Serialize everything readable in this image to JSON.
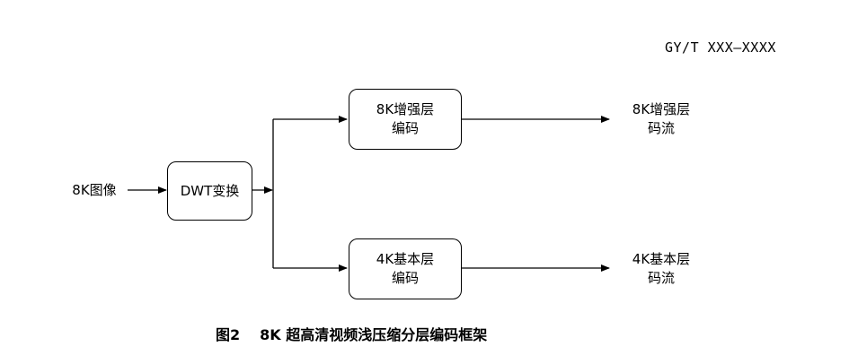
{
  "header": {
    "standard_code": "GY/T XXX—XXXX"
  },
  "diagram": {
    "input_label": "8K图像",
    "dwt_box": "DWT变换",
    "enhancement_encoder": [
      "8K增强层",
      "编码"
    ],
    "base_encoder": [
      "4K基本层",
      "编码"
    ],
    "enhancement_output": [
      "8K增强层",
      "码流"
    ],
    "base_output": [
      "4K基本层",
      "码流"
    ]
  },
  "caption": {
    "number": "图2",
    "title": "8K 超高清视频浅压缩分层编码框架"
  }
}
